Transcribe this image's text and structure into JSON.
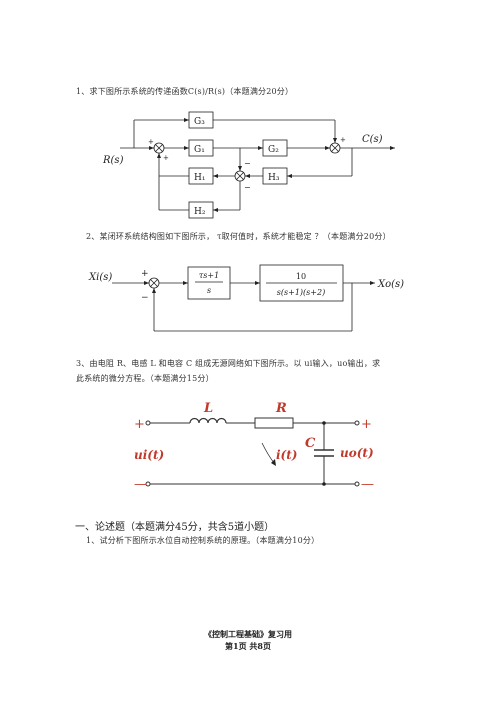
{
  "questions": {
    "q1": {
      "text": "1、求下图所示系统的传递函数C(s)/R(s)（本题满分20分）"
    },
    "q2": {
      "text": "2、某闭环系统结构图如下图所示，  τ取何值时，系统才能稳定 ？（本题满分20分）"
    },
    "q3": {
      "text": "3、由电阻 R、电感 L 和电容 C 组成无源网络如下图所示。以 ui输入，uo输出，求此系统的微分方程。（本题满分15分）"
    }
  },
  "diagram1": {
    "input": "R(s)",
    "output": "C(s)",
    "blocks": {
      "g3": "G₃",
      "g1": "G₁",
      "g2": "G₂",
      "h1": "H₁",
      "h2": "H₂",
      "h3": "H₃"
    },
    "signs": {
      "plus": "+",
      "minus": "−"
    }
  },
  "diagram2": {
    "input": "Xi(s)",
    "output": "Xo(s)",
    "block1_num": "τs+1",
    "block1_den": "s",
    "block2_num": "10",
    "block2_den": "s(s+1)(s+2)",
    "signs": {
      "plus": "+",
      "minus": "−"
    }
  },
  "circuit": {
    "label_L": "L",
    "label_R": "R",
    "label_C": "C",
    "input_label": "ui(t)",
    "current_label": "i(t)",
    "output_label": "uo(t)",
    "plus": "+",
    "minus": "—",
    "color_red": "#c0392b"
  },
  "section": {
    "title": "一、论述题（本题满分45分，共含5道小题）"
  },
  "q_essay1": {
    "text": "1、试分析下图所示水位自动控制系统的原理。（本题满分10分）"
  },
  "footer": {
    "line1": "《控制工程基础》复习用",
    "line2": "第1页 共8页"
  }
}
